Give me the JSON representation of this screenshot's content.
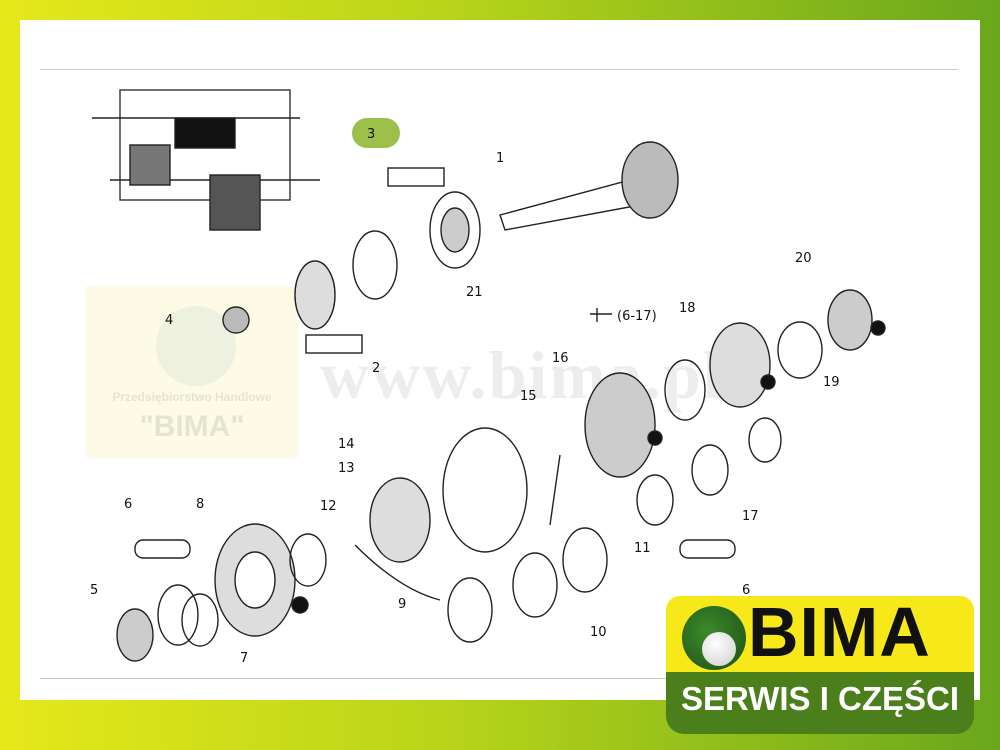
{
  "watermark": {
    "url": "www.bima.pl",
    "company_line": "Przedsiębiorstwo Handlowe",
    "company_name": "\"BIMA\""
  },
  "logo": {
    "name": "BIMA",
    "tagline": "SERWIS I CZĘŚCI",
    "colors": {
      "yellow": "#f7e81a",
      "green": "#4b7f1b"
    }
  },
  "callouts": {
    "p1": "1",
    "p2": "2",
    "p3": "3",
    "p4": "4",
    "p5": "5",
    "p6a": "6",
    "p6b": "6",
    "p7": "7",
    "p8": "8",
    "p9": "9",
    "p10": "10",
    "p11": "11",
    "p12": "12",
    "p13": "13",
    "p14": "14",
    "p15": "15",
    "p16": "16",
    "p17": "17",
    "p18": "18",
    "p19": "19",
    "p20": "20",
    "p21": "21",
    "range": "(6-17)"
  },
  "highlight_color": "#9cc04a"
}
